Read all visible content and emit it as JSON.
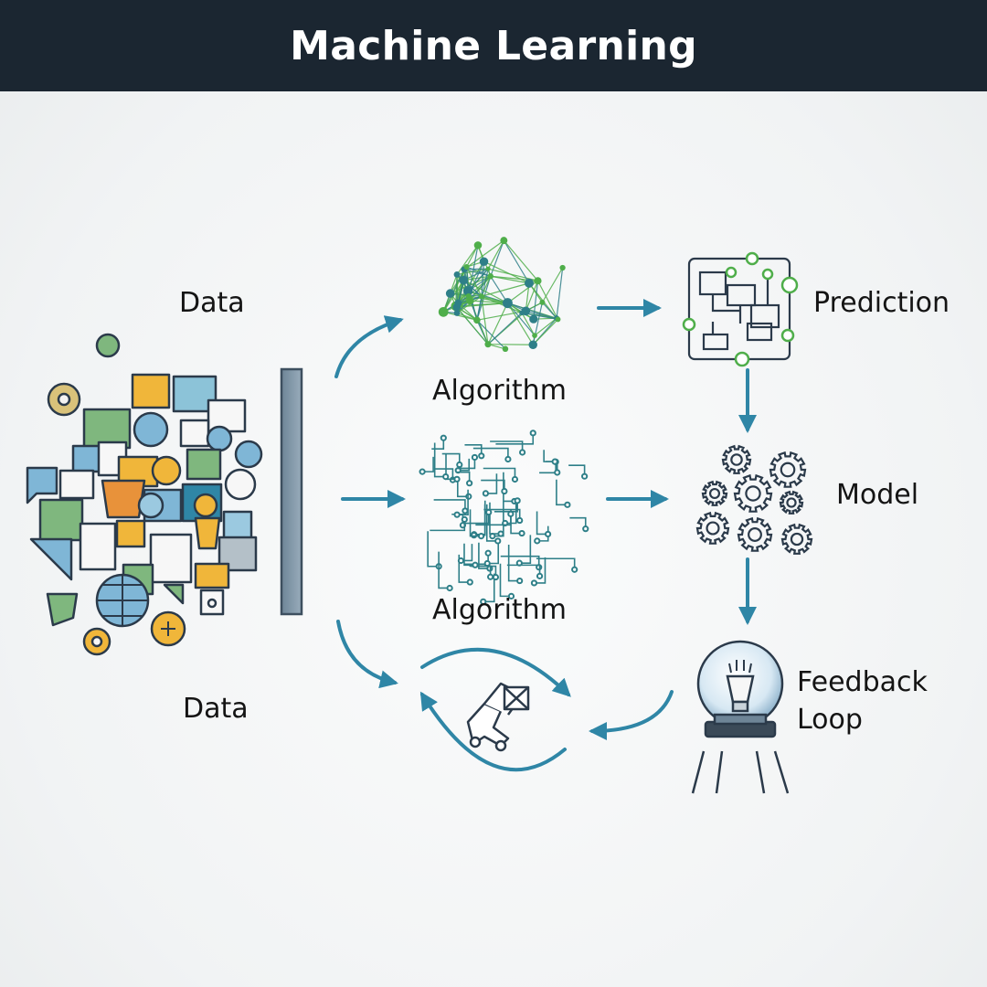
{
  "title": "Machine Learning",
  "labels": {
    "data_top": "Data",
    "data_bottom": "Data",
    "algorithm_top": "Algorithm",
    "algorithm_mid": "Algorithm",
    "prediction": "Prediction",
    "model": "Model",
    "feedback_line1": "Feedback",
    "feedback_line2": "Loop"
  },
  "colors": {
    "header_bg": "#1b2631",
    "arrow": "#2f86a6",
    "network_green": "#4fae4a",
    "circuit_teal": "#2e7f88",
    "data_bar": "#7d94a6",
    "icon_yellow": "#f0b63a",
    "icon_blue": "#7fb6d6",
    "icon_green": "#7fb77e",
    "icon_orange": "#e8923a"
  },
  "icons": {
    "data_cluster": "data-collage-icon",
    "network": "neural-network-icon",
    "circuit": "circuit-graph-icon",
    "prediction": "flowchart-icon",
    "model": "gears-icon",
    "feedback": "light-bulb-icon",
    "loop_center": "robot-arm-icon"
  }
}
